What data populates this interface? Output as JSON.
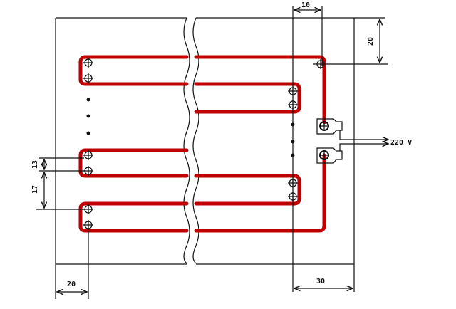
{
  "dimensions": {
    "top_spacing": "10",
    "top_offset": "20",
    "pitch_small": "13",
    "pitch_large": "17",
    "left_margin": "20",
    "right_margin": "30"
  },
  "supply_label": "220 V",
  "colors": {
    "heater": "#c00000",
    "line": "#111111"
  }
}
